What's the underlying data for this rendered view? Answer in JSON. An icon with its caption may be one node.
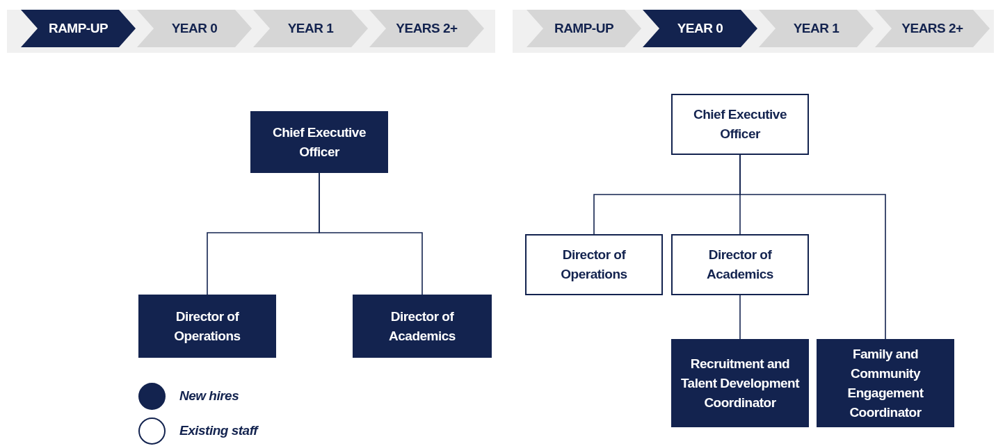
{
  "diagram": {
    "nodes": [
      {
        "text": [
          "RAMP-UP"
        ]
      },
      {
        "text": [
          "YEAR 0"
        ]
      },
      {
        "text": [
          "YEAR 1"
        ]
      },
      {
        "text": [
          "YEARS 2+"
        ]
      },
      {
        "text": [
          "Chief Executive Officer"
        ]
      },
      {
        "text": [
          "Director of Operations"
        ]
      },
      {
        "text": [
          "Director of Academics"
        ]
      },
      {
        "text": [
          "RAMP-UP"
        ]
      },
      {
        "text": [
          "YEAR 0"
        ]
      },
      {
        "text": [
          "YEAR 1"
        ]
      },
      {
        "text": [
          "YEARS 2+"
        ]
      },
      {
        "text": [
          "Chief Executive Officer"
        ]
      },
      {
        "text": [
          "Director of Operations"
        ]
      },
      {
        "text": [
          "Director of Academics"
        ]
      },
      {
        "text": [
          "Recruitment and Talent Development Coordinator"
        ]
      },
      {
        "text": [
          "Family and Community Engagement Coordinator"
        ]
      }
    ],
    "edges": [
      {
        "from": 4,
        "to": 5,
        "arrow": "none"
      },
      {
        "from": 4,
        "to": 6,
        "arrow": "none"
      },
      {
        "from": 11,
        "to": 12,
        "arrow": "none"
      },
      {
        "from": 11,
        "to": 13,
        "arrow": "none"
      },
      {
        "from": 11,
        "to": 15,
        "arrow": "none"
      },
      {
        "from": 13,
        "to": 14,
        "arrow": "none"
      }
    ],
    "legend": [
      {
        "text": "New hires",
        "color": "#13234f"
      },
      {
        "text": "Existing staff",
        "color": "#ffffff"
      }
    ]
  }
}
